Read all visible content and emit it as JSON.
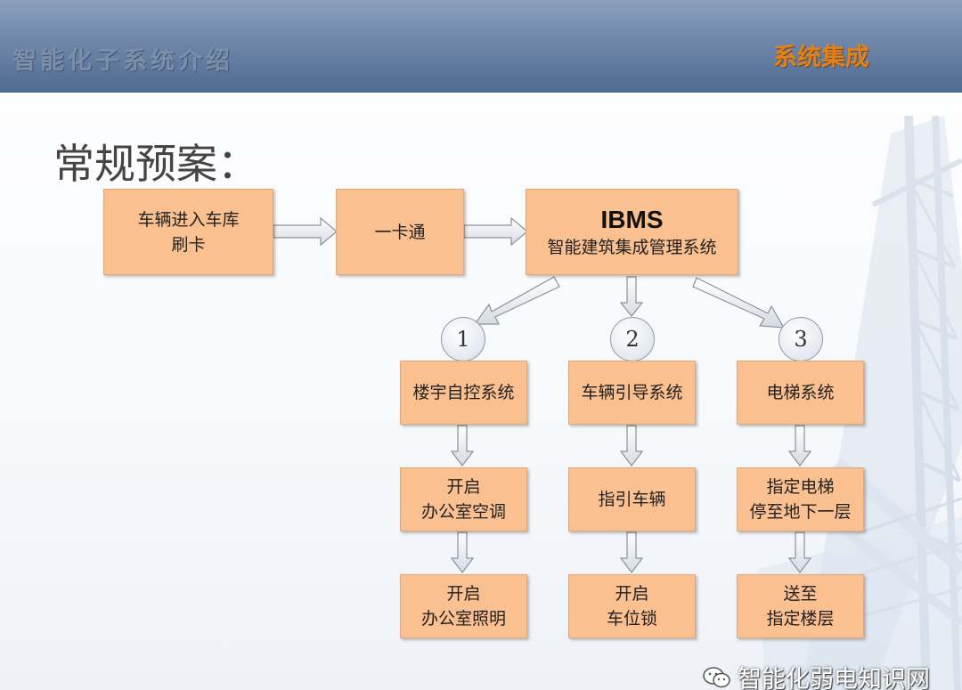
{
  "header": {
    "left_title": "智能化子系统介绍",
    "right_title": "系统集成"
  },
  "slide_title": "常规预案：",
  "flow": {
    "start": {
      "line1": "车辆进入车库",
      "line2": "刷卡"
    },
    "card": {
      "label": "一卡通"
    },
    "ibms": {
      "title": "IBMS",
      "subtitle": "智能建筑集成管理系统"
    },
    "branches": [
      {
        "number": "1",
        "system": "楼宇自控系统",
        "step1": {
          "line1": "开启",
          "line2": "办公室空调"
        },
        "step2": {
          "line1": "开启",
          "line2": "办公室照明"
        }
      },
      {
        "number": "2",
        "system": "车辆引导系统",
        "step1": {
          "line1": "指引车辆",
          "line2": ""
        },
        "step2": {
          "line1": "开启",
          "line2": "车位锁"
        }
      },
      {
        "number": "3",
        "system": "电梯系统",
        "step1": {
          "line1": "指定电梯",
          "line2": "停至地下一层"
        },
        "step2": {
          "line1": "送至",
          "line2": "指定楼层"
        }
      }
    ]
  },
  "watermark": {
    "text": "智能化弱电知识网"
  },
  "colors": {
    "box_fill": "#fac090",
    "accent_orange": "#e4801a",
    "header_blue": "#5f7aa0"
  }
}
